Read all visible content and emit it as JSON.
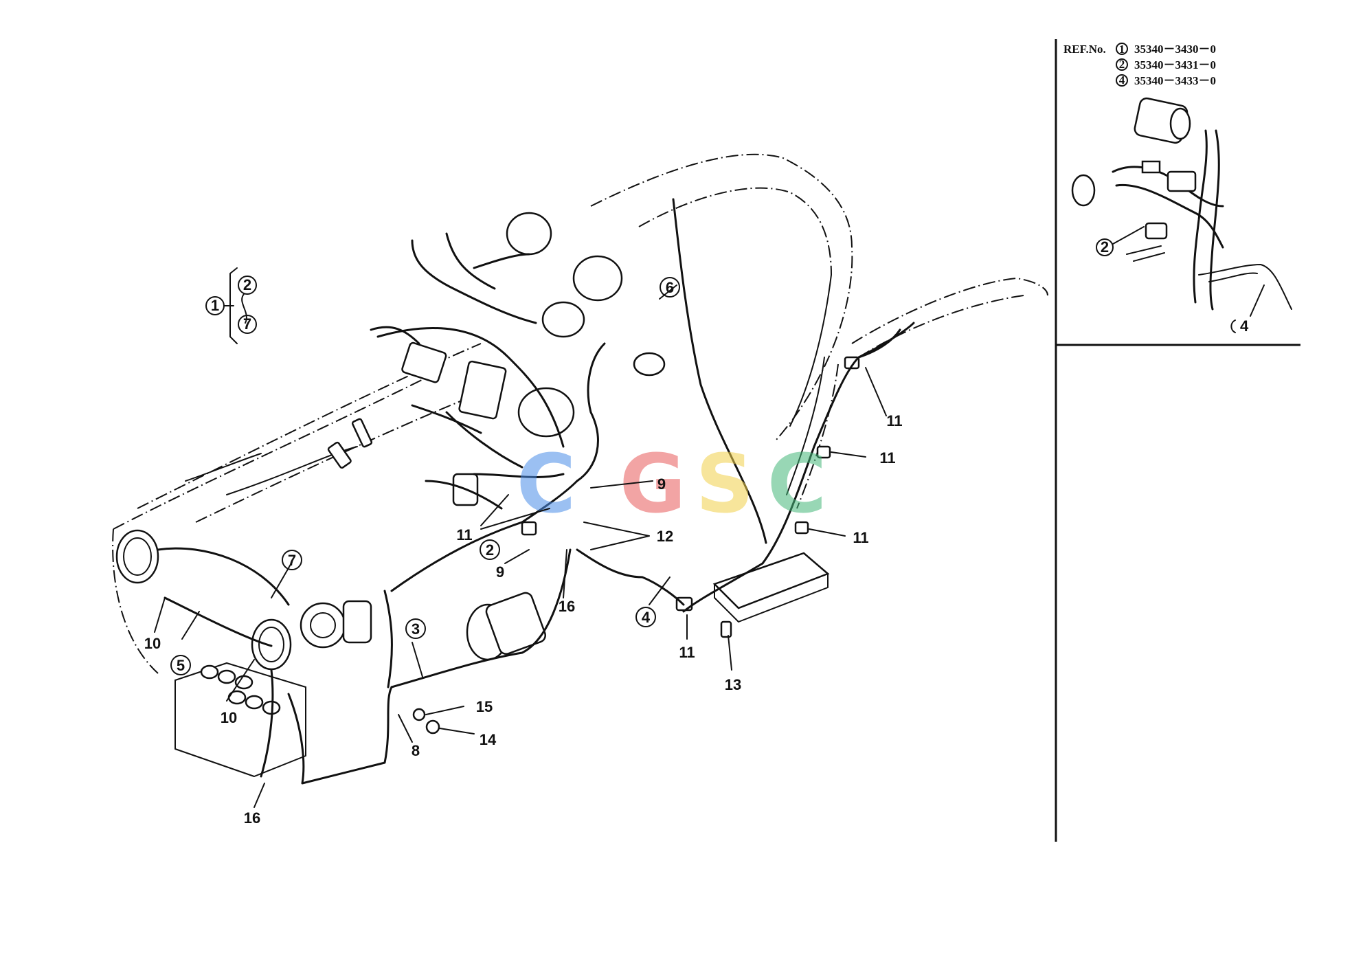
{
  "reference": {
    "label": "REF.No.",
    "entries": [
      {
        "num": "1",
        "code": "35340－3430－0"
      },
      {
        "num": "2",
        "code": "35340－3431－0"
      },
      {
        "num": "4",
        "code": "35340－3433－0"
      }
    ]
  },
  "group_callout": {
    "main": "1",
    "subs": [
      "2",
      "7"
    ]
  },
  "callouts": {
    "c2": "2",
    "c3": "3",
    "c4": "4",
    "c5": "5",
    "c6": "6",
    "c7": "7",
    "c8": "8",
    "c9a": "9",
    "c9b": "9",
    "c10a": "10",
    "c10b": "10",
    "c11a": "11",
    "c11b": "11",
    "c11c": "11",
    "c11d": "11",
    "c11e": "11",
    "c12": "12",
    "c13": "13",
    "c14": "14",
    "c15": "15",
    "c16a": "16",
    "c16b": "16"
  },
  "inset_callouts": {
    "i2": "2",
    "i4": "4"
  },
  "watermark": {
    "letters": [
      "C",
      "G",
      "S",
      "C"
    ],
    "colors": [
      "#4a8ee8",
      "#e85a5a",
      "#f2d04a",
      "#45b87a"
    ]
  },
  "colors": {
    "line": "#111111",
    "background": "#ffffff"
  }
}
